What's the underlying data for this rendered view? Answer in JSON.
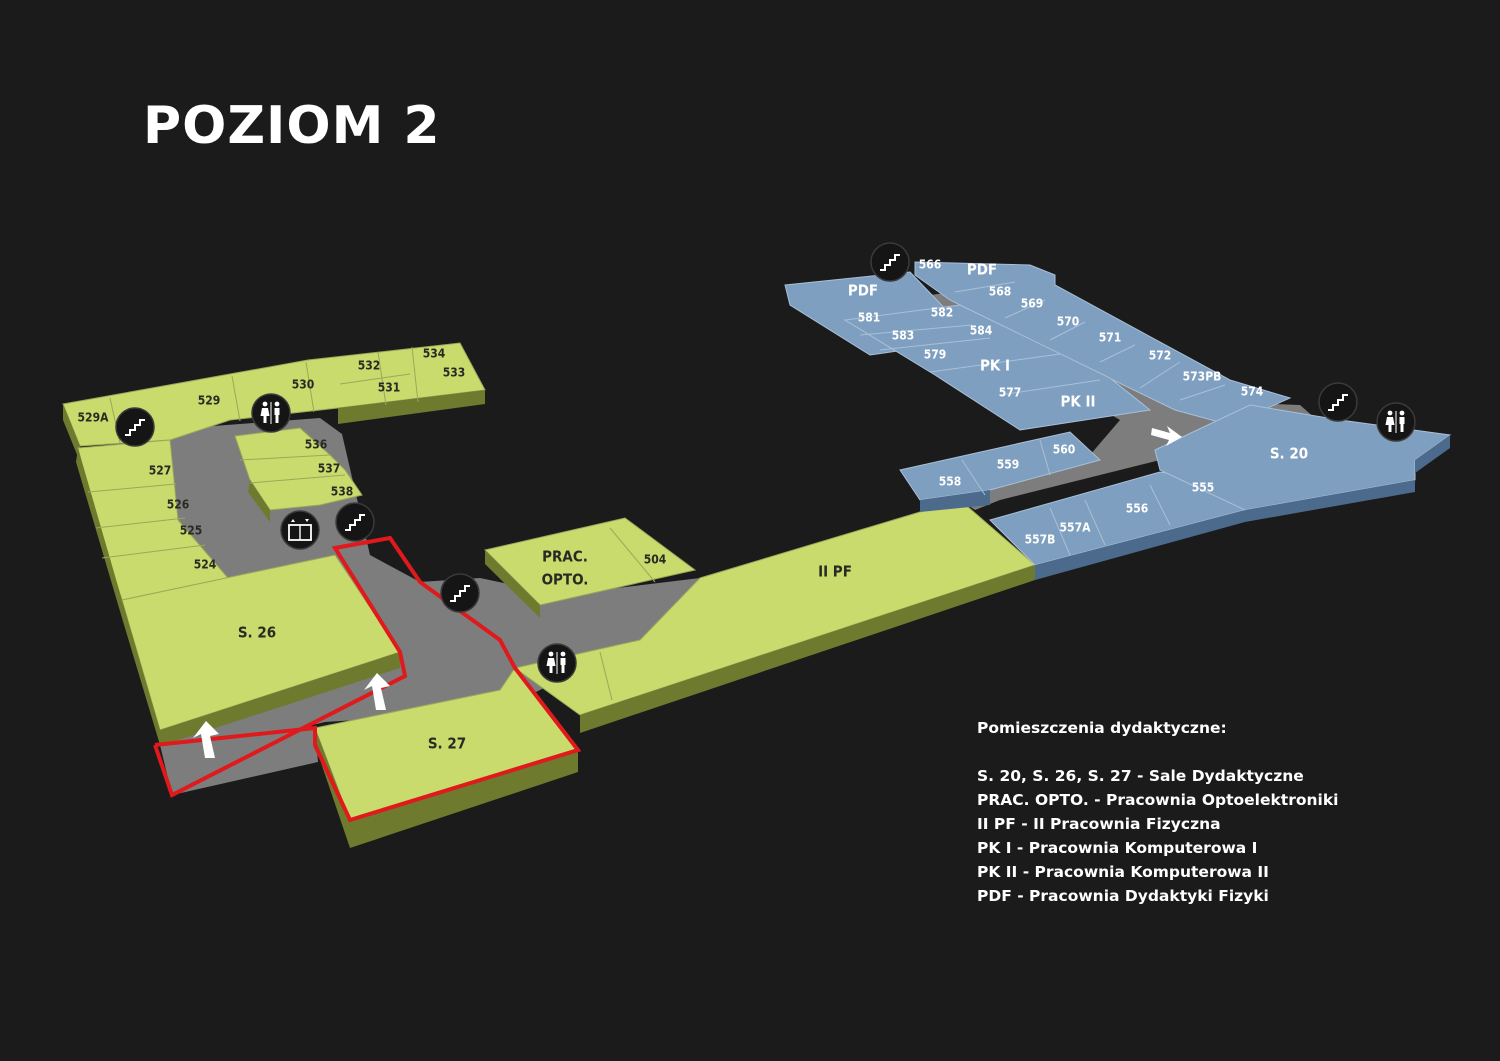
{
  "title": "POZIOM 2",
  "colors": {
    "background": "#1c1b1c",
    "green_room": "#c9db6d",
    "green_side": "#6e7a2e",
    "blue_room": "#7f9fc0",
    "blue_side": "#4c6a8b",
    "corridor": "#7d7d7d",
    "route": "#e0191c"
  },
  "rooms_green": [
    "529A",
    "529",
    "530",
    "532",
    "534",
    "531",
    "533",
    "536",
    "537",
    "538",
    "527",
    "526",
    "525",
    "524",
    "S. 26",
    "S. 27",
    "PRAC.",
    "OPTO.",
    "504",
    "II PF"
  ],
  "rooms_blue": [
    "566",
    "PDF",
    "PDF",
    "568",
    "569",
    "570",
    "571",
    "572",
    "573PB",
    "574",
    "581",
    "582",
    "583",
    "584",
    "579",
    "PK I",
    "577",
    "PK II",
    "560",
    "559",
    "558",
    "555",
    "556",
    "557A",
    "557B",
    "S. 20"
  ],
  "icons": [
    "stairs-icon",
    "restroom-icon",
    "elevator-icon",
    "stairs-icon",
    "stairs-icon",
    "restroom-icon",
    "stairs-icon",
    "stairs-icon",
    "restroom-icon",
    "arrow-up-icon",
    "arrow-up-icon",
    "arrow-right-icon"
  ],
  "legend": {
    "title": "Pomieszczenia dydaktyczne:",
    "lines": [
      "S. 20, S. 26, S. 27 - Sale Dydaktyczne",
      "PRAC. OPTO. - Pracownia Optoelektroniki",
      "II PF - II Pracownia Fizyczna",
      "PK I - Pracownia Komputerowa I",
      "PK II - Pracownia Komputerowa II",
      "PDF - Pracownia Dydaktyki Fizyki"
    ]
  }
}
